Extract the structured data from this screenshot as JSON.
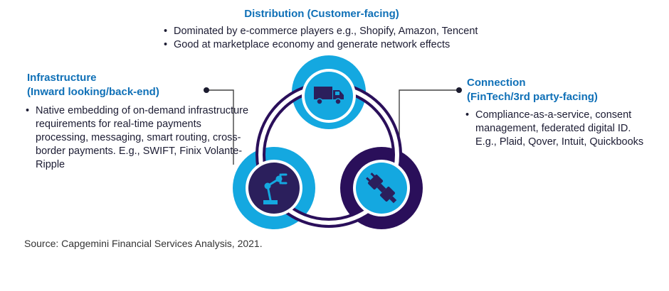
{
  "distribution": {
    "heading": "Distribution (Customer-facing)",
    "bullets": [
      "Dominated by e-commerce players e.g., Shopify, Amazon, Tencent",
      "Good at marketplace economy and generate network effects"
    ],
    "icon": "truck-icon"
  },
  "infrastructure": {
    "heading_line1": "Infrastructure",
    "heading_line2": "(Inward looking/back-end)",
    "bullets": [
      "Native embedding of on-demand infrastructure  requirements for real-time payments processing, messaging, smart routing, cross-border payments. E.g., SWIFT, Finix Volante-Ripple"
    ],
    "icon": "robot-arm-icon"
  },
  "connection": {
    "heading_line1": "Connection",
    "heading_line2": "(FinTech/3rd party-facing)",
    "bullets": [
      "Compliance-as-a-service, consent management, federated digital ID. E.g., Plaid, Qover, Intuit, Quickbooks"
    ],
    "icon": "plug-icon"
  },
  "source": "Source: Capgemini Financial Services Analysis, 2021.",
  "colors": {
    "heading": "#0f70b7",
    "cyan": "#14a8e0",
    "navy": "#2b1f5c",
    "purple_ring": "#2a0f5a"
  }
}
